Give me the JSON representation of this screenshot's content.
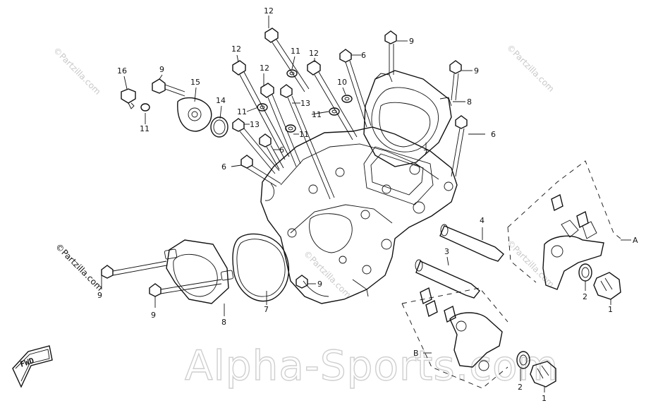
{
  "watermarks": {
    "partzilla": "©Partzilla.com",
    "partzilla_left": "©Partzilla.com",
    "alpha_sports": "Alpha-Sports.com"
  },
  "direction_label": "FWD",
  "callouts": [
    {
      "id": "c1",
      "text": "12"
    },
    {
      "id": "c2",
      "text": "9"
    },
    {
      "id": "c3",
      "text": "12"
    },
    {
      "id": "c4",
      "text": "11"
    },
    {
      "id": "c5",
      "text": "12"
    },
    {
      "id": "c6",
      "text": "6"
    },
    {
      "id": "c7",
      "text": "9"
    },
    {
      "id": "c8",
      "text": "16"
    },
    {
      "id": "c9",
      "text": "9"
    },
    {
      "id": "c10",
      "text": "15"
    },
    {
      "id": "c11",
      "text": "12"
    },
    {
      "id": "c12",
      "text": "10"
    },
    {
      "id": "c13",
      "text": "8"
    },
    {
      "id": "c14",
      "text": "14"
    },
    {
      "id": "c15",
      "text": "11"
    },
    {
      "id": "c16",
      "text": "13"
    },
    {
      "id": "c17",
      "text": "11"
    },
    {
      "id": "c18",
      "text": "11"
    },
    {
      "id": "c19",
      "text": "13"
    },
    {
      "id": "c20",
      "text": "11"
    },
    {
      "id": "c21",
      "text": "6"
    },
    {
      "id": "c22",
      "text": "7"
    },
    {
      "id": "c23",
      "text": "6"
    },
    {
      "id": "c24",
      "text": "6"
    },
    {
      "id": "c25",
      "text": "4"
    },
    {
      "id": "c26",
      "text": "A"
    },
    {
      "id": "c27",
      "text": "3"
    },
    {
      "id": "c28",
      "text": "9"
    },
    {
      "id": "c29",
      "text": "2"
    },
    {
      "id": "c30",
      "text": "1"
    },
    {
      "id": "c31",
      "text": "9"
    },
    {
      "id": "c32",
      "text": "9"
    },
    {
      "id": "c33",
      "text": "8"
    },
    {
      "id": "c34",
      "text": "7"
    },
    {
      "id": "c35",
      "text": "B"
    },
    {
      "id": "c36",
      "text": "2"
    },
    {
      "id": "c37",
      "text": "1"
    }
  ]
}
